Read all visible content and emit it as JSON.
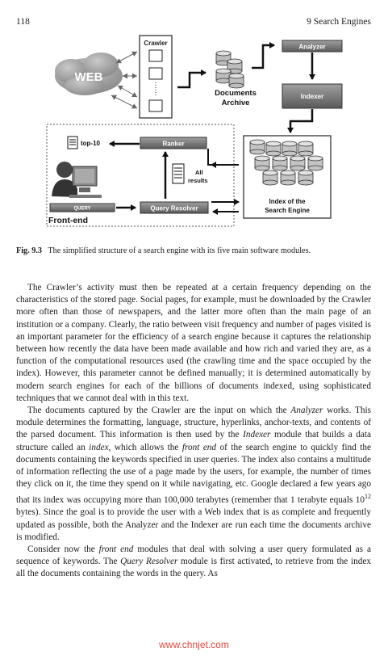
{
  "header": {
    "page_number": "118",
    "chapter": "9  Search Engines"
  },
  "figure": {
    "web": "WEB",
    "crawler": "Crawler",
    "documents_archive_l1": "Documents",
    "documents_archive_l2": "Archive",
    "analyzer": "Analyzer",
    "indexer": "Indexer",
    "ranker": "Ranker",
    "top10": "top-10",
    "all_results_l1": "All",
    "all_results_l2": "results",
    "query": "QUERY",
    "query_resolver": "Query Resolver",
    "index_l1": "Index of the",
    "index_l2": "Search Engine",
    "front_end": "Front-end"
  },
  "caption": {
    "label": "Fig. 9.3",
    "text": "The simplified structure of a search engine with its five main software modules."
  },
  "paragraphs": [
    {
      "s1": "The Crawler’s activity must then be repeated at a certain frequency depending on the characteristics of the stored page. Social pages, for example, must be downloaded by the Crawler more often than those of newspapers, and the latter more often than the main page of an institution or a company. Clearly, the ratio between visit frequency and number of pages visited is an important parameter for the efficiency of a search engine because it captures the relationship between how recently the data have been made available and how rich and varied they are, as a function of the computational resources used (the crawling time and the space occupied by the index). However, this parameter cannot be defined manually; it is determined automatically by modern search engines for each of the billions of documents indexed, using sophisticated techniques that we cannot deal with in this text."
    },
    {
      "s1": "The documents captured by the Crawler are the input on which the ",
      "e1": "Analyzer",
      "s2": " works. This module determines the formatting, language, structure, hyperlinks, anchor-texts, and contents of the parsed document. This information is then used by the ",
      "e2": "Indexer",
      "s3": " module that builds a data structure called an ",
      "e3": "index",
      "s4": ", which allows the ",
      "e4": "front end",
      "s5": " of the search engine to quickly find the documents containing the keywords specified in user queries. The index also contains a multitude of information reflecting the use of a page made by the users, for example, the number of times they click on it, the time they spend on it while navigating, etc. Google declared a few years ago that its index was occupying more than 100,000 terabytes (remember that 1 terabyte equals 10",
      "sup": "12",
      "s6": " bytes). Since the goal is to provide the user with a Web index that is as complete and frequently updated as possible, both the Analyzer and the Indexer are run each time the documents archive is modified."
    },
    {
      "s1": "Consider now the ",
      "e1": "front end",
      "s2": " modules that deal with solving a user query formulated as a sequence of keywords. The ",
      "e2": "Query Resolver",
      "s3": " module is first activated, to retrieve from the index all the documents containing the words in the query. As"
    }
  ],
  "watermark": "www.chnjet.com"
}
